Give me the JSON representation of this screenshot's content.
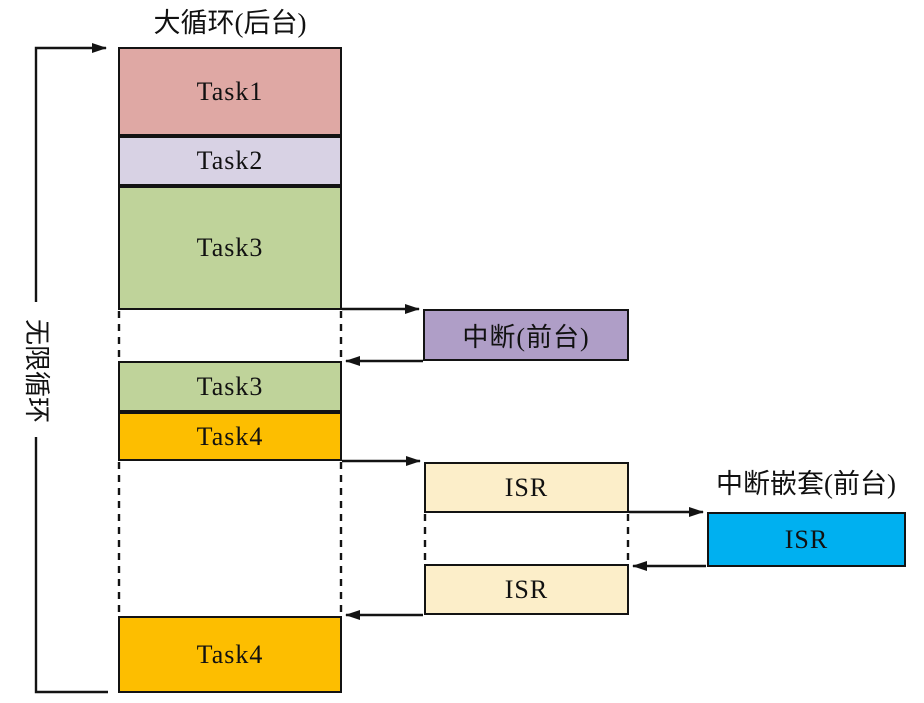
{
  "diagram": {
    "background_title": "大循环(后台)",
    "infinite_loop_label": "无限循环",
    "nested_interrupt_title": "中断嵌套(前台)",
    "interrupt_box": {
      "label": "中断(前台)",
      "color": "#AF9EC7"
    },
    "tasks": [
      {
        "label": "Task1",
        "color": "#DFA8A4"
      },
      {
        "label": "Task2",
        "color": "#D8D2E4"
      },
      {
        "label": "Task3",
        "color": "#BFD39A"
      },
      {
        "label": "Task3",
        "color": "#BFD39A"
      },
      {
        "label": "Task4",
        "color": "#FDBE00"
      },
      {
        "label": "Task4",
        "color": "#FDBE00"
      }
    ],
    "isr_boxes": [
      {
        "label": "ISR",
        "color": "#FCEEC9"
      },
      {
        "label": "ISR",
        "color": "#FCEEC9"
      },
      {
        "label": "ISR",
        "color": "#00B0F0"
      }
    ],
    "line_color": "#131313",
    "background_color": "#FFFFFF"
  }
}
